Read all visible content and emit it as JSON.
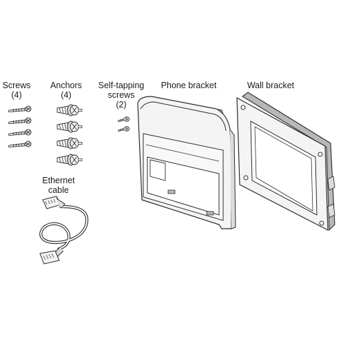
{
  "labels": {
    "screws": {
      "name": "Screws",
      "count": "(4)"
    },
    "anchors": {
      "name": "Anchors",
      "count": "(4)"
    },
    "self_tapping": {
      "name_line1": "Self-tapping",
      "name_line2": "screws",
      "count": "(2)"
    },
    "phone_bracket": {
      "name": "Phone bracket"
    },
    "wall_bracket": {
      "name": "Wall bracket"
    },
    "ethernet": {
      "line1": "Ethernet",
      "line2": "cable"
    }
  },
  "colors": {
    "line": "#2b2b2b",
    "fill_light": "#f4f4f4",
    "fill_mid": "#dcdcdc",
    "fill_dark": "#b8b8b8"
  }
}
